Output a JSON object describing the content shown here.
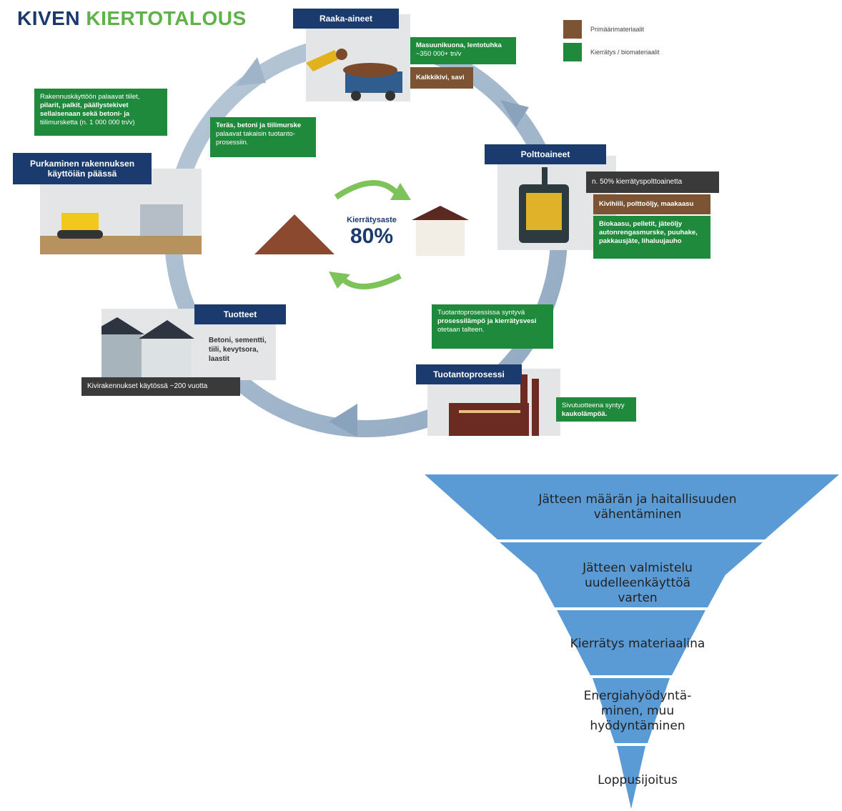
{
  "title": {
    "part1": "KIVEN ",
    "part2": "KIERTOTALOUS"
  },
  "legend": {
    "primary": {
      "label": "Primäärimateriaalit",
      "color": "#7c5434"
    },
    "recycled": {
      "label": "Kierrätys / biomateriaalit",
      "color": "#1f8a3c"
    }
  },
  "stages": {
    "raw": {
      "title": "Raaka-aineet",
      "green_line1": "Masuunikuona, lentotuhka",
      "green_line2": "~350 000+ tn/v",
      "brown": "Kalkkikivi, savi"
    },
    "fuels": {
      "title": "Polttoaineet",
      "dark": "n. 50% kierrätyspolttoainetta",
      "brown": "Kivihiili, polttoöljy, maakaasu",
      "green_line1": "Biokaasu, pelletit, jäteöljy",
      "green_line2": "autonrengasmurske, puuhake,",
      "green_line3": "pakkausjäte, lihaluujauho"
    },
    "production": {
      "title": "Tuotantoprosessi",
      "callout_line1": "Tuotantoprosessissa syntyvä",
      "callout_line2": "prosessilämpö ja kierrätysvesi",
      "callout_line3": "otetaan talteen.",
      "side_line1": "Sivutuotteena syntyy",
      "side_line2": "kaukolämpöä."
    },
    "products": {
      "title": "Tuotteet",
      "text_line1": "Betoni, sementti,",
      "text_line2": "tiili, kevytsora,",
      "text_line3": "laastit",
      "dark": "Kivirakennukset käytössä ~200 vuotta"
    },
    "demolition": {
      "title_line1": "Purkaminen rakennuksen",
      "title_line2": "käyttöiän päässä",
      "callout_line1": "Rakennuskäyttöön palaavat tiilet,",
      "callout_line2": "pilarit, palkit, päällystekivet",
      "callout_line3": "sellaisenaan sekä betoni- ja",
      "callout_line4": "tiilimursketta (n. 1 000 000 tn/v)",
      "return_line1": "Teräs, betoni ja tiilimurske",
      "return_line2": "palaavat takaisin tuotanto-",
      "return_line3": "prosessiin."
    }
  },
  "center": {
    "label": "Kierrätysaste",
    "value": "80%"
  },
  "pyramid": {
    "color": "#5b9bd5",
    "levels": [
      {
        "line1": "Jätteen määrän ja haitallisuuden",
        "line2": "vähentäminen"
      },
      {
        "line1": "Jätteen valmistelu uudelleenkäyttöä",
        "line2": "varten"
      },
      {
        "line1": "Kierrätys materiaalina"
      },
      {
        "line1": "Energiahyödyntä-",
        "line2": "minen, muu",
        "line3": "hyödyntäminen"
      },
      {
        "line1": "Loppusijoitus"
      }
    ]
  }
}
